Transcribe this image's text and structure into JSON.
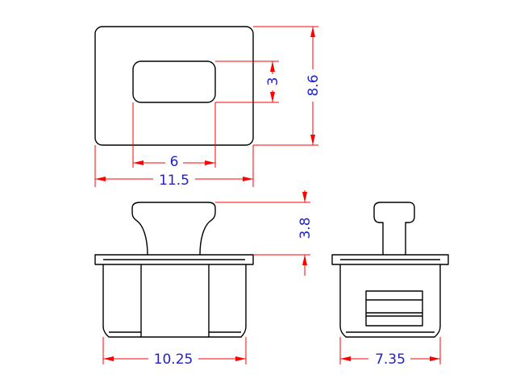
{
  "colors": {
    "outline": "#000000",
    "dimension_line": "#ff0000",
    "dimension_text": "#2222cc",
    "background": "#ffffff"
  },
  "dimensions": {
    "slot_width": "6",
    "overall_width": "11.5",
    "slot_height": "3",
    "overall_height": "8.6",
    "knob_height": "3.8",
    "front_base_width": "10.25",
    "side_base_width": "7.35"
  }
}
